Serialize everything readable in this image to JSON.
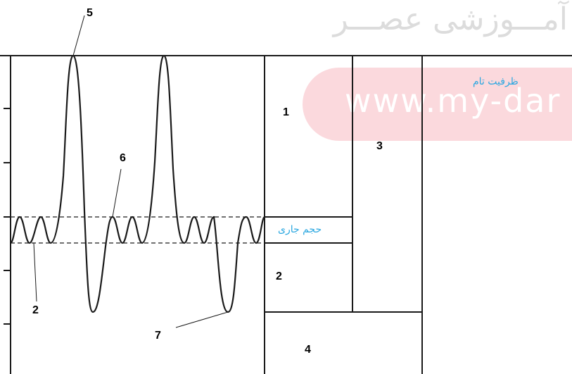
{
  "watermark": {
    "brand": "آمـــوزشی عصـــر",
    "site": "www.my-dar"
  },
  "labels": {
    "n1": "1",
    "n2_left": "2",
    "n2_right": "2",
    "n3": "3",
    "n4": "4",
    "n5": "5",
    "n6": "6",
    "n7": "7",
    "full_capacity": "ظرفیت تام",
    "tidal_volume": "حجم جاری"
  },
  "colors": {
    "line": "#1a1a1a",
    "label_blue": "#2aa7e0",
    "watermark_pink": "#fbd9dd"
  }
}
